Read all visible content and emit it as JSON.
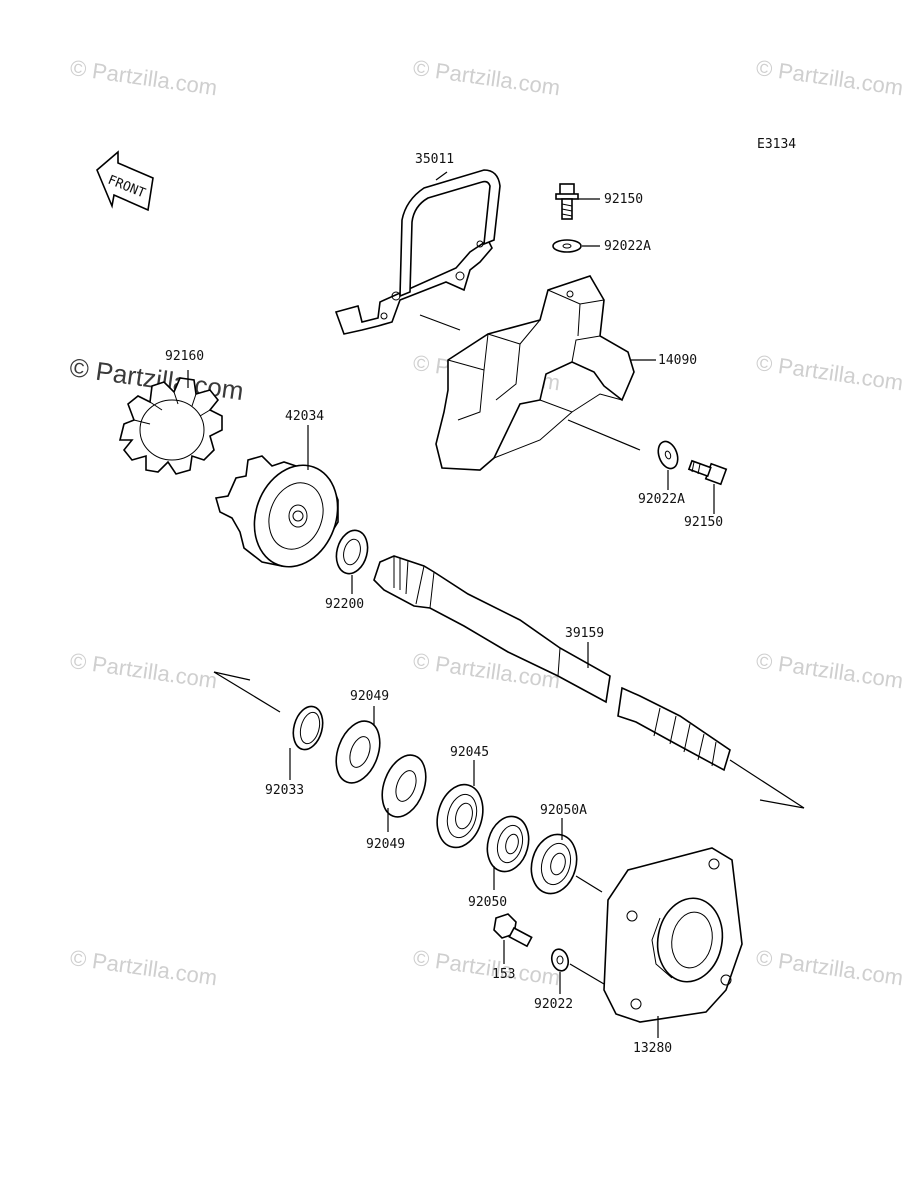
{
  "diagram_code": "E3134",
  "front_label": "FRONT",
  "watermarks": [
    "© Partzilla.com",
    "© Partzilla.com",
    "© Partzilla.com",
    "© Partzilla.com",
    "© Partzilla.com",
    "© Partzilla.com",
    "© Partzilla.com",
    "© Partzilla.com",
    "© Partzilla.com",
    "© Partzilla.com",
    "© Partzilla.com",
    "© Partzilla.com"
  ],
  "watermark_main": "© Partzilla.com",
  "parts": {
    "p35011": "35011",
    "p92150a": "92150",
    "p92022a_top": "92022A",
    "p14090": "14090",
    "p92022a_bot": "92022A",
    "p92150b": "92150",
    "p92160": "92160",
    "p42034": "42034",
    "p92200": "92200",
    "p39159": "39159",
    "p92049a": "92049",
    "p92033": "92033",
    "p92049b": "92049",
    "p92045": "92045",
    "p92050a": "92050A",
    "p92050": "92050",
    "p153": "153",
    "p92022": "92022",
    "p13280": "13280"
  }
}
